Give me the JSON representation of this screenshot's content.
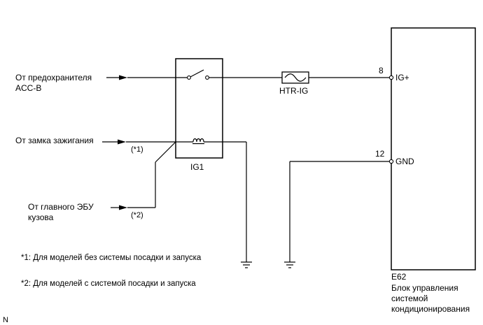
{
  "sources": {
    "fuse_line1": "От предохранителя",
    "fuse_line2": "ACC-B",
    "ignition": "От замка зажигания",
    "ecu_line1": "От главного ЭБУ",
    "ecu_line2": "кузова"
  },
  "marks": {
    "m1": "(*1)",
    "m2": "(*2)"
  },
  "relay": {
    "name": "IG1"
  },
  "fuse": {
    "name": "HTR-IG"
  },
  "ecu": {
    "code": "E62",
    "name_line1": "Блок управления",
    "name_line2": "системой",
    "name_line3": "кондиционирования",
    "pin_ig_num": "8",
    "pin_ig_label": "IG+",
    "pin_gnd_num": "12",
    "pin_gnd_label": "GND"
  },
  "notes": {
    "n1": "*1: Для моделей без системы посадки и запуска",
    "n2": "*2: Для моделей с системой посадки и запуска"
  },
  "corner": "N"
}
